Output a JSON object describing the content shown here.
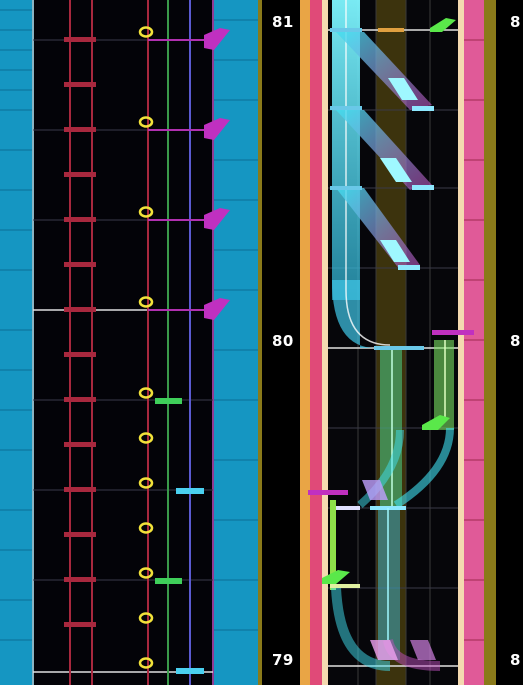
{
  "colors": {
    "left_side_panel": "#1aa0c8",
    "right_side_panel": "#8a7a1a",
    "lane_red": "#c0304a",
    "lane_green": "#3faa55",
    "lane_blue": "#6a6ae0",
    "tap_yellow": "#f2e23a",
    "flick_magenta": "#c030c0",
    "slide_cyan": "#40e0f0",
    "hold_green": "#44dd44",
    "border_pink": "#f06aa8"
  },
  "measures": {
    "top": "81",
    "middle": "80",
    "bottom": "79"
  },
  "right_partial": {
    "top": "8",
    "middle": "8",
    "bottom": "8"
  }
}
